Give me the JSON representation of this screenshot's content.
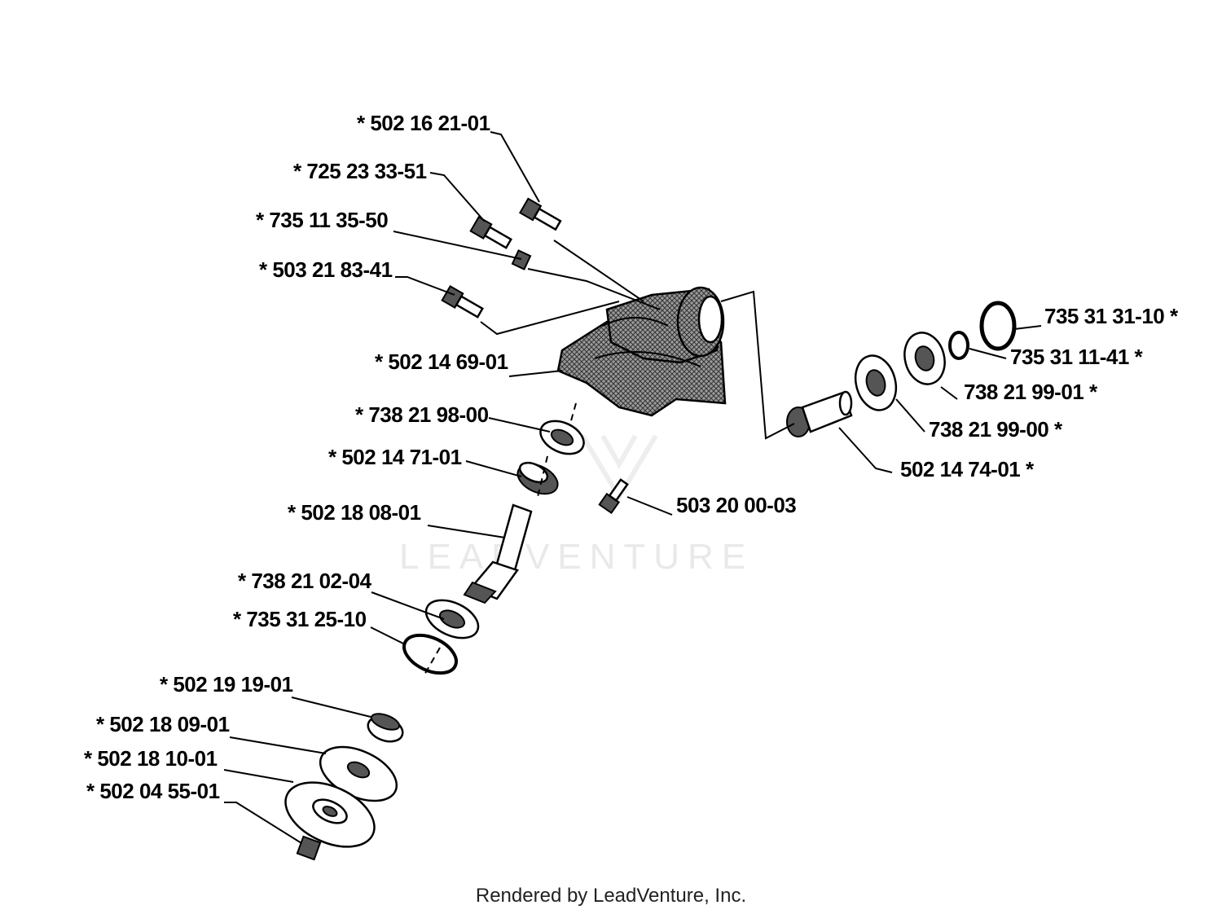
{
  "watermark": "LEADVENTURE",
  "footer": "Rendered by LeadVenture, Inc.",
  "labels": {
    "p1": "*  502 16 21-01",
    "p2": "*  725 23 33-51",
    "p3": "*  735 11 35-50",
    "p4": "*  503 21 83-41",
    "p5": "*  502 14 69-01",
    "p6": "*  738 21 98-00",
    "p7": "*  502 14 71-01",
    "p8": "*  502 18 08-01",
    "p9": "*  738 21 02-04",
    "p10": "*  735 31 25-10",
    "p11": "*  502 19 19-01",
    "p12": "*  502 18 09-01",
    "p13": "*  502 18 10-01",
    "p14": "*  502 04 55-01",
    "p15": "503 20 00-03",
    "p16": "735 31 31-10  *",
    "p17": "735 31 11-41  *",
    "p18": "738 21 99-01  *",
    "p19": "738 21 99-00  *",
    "p20": "502 14 74-01  *"
  }
}
